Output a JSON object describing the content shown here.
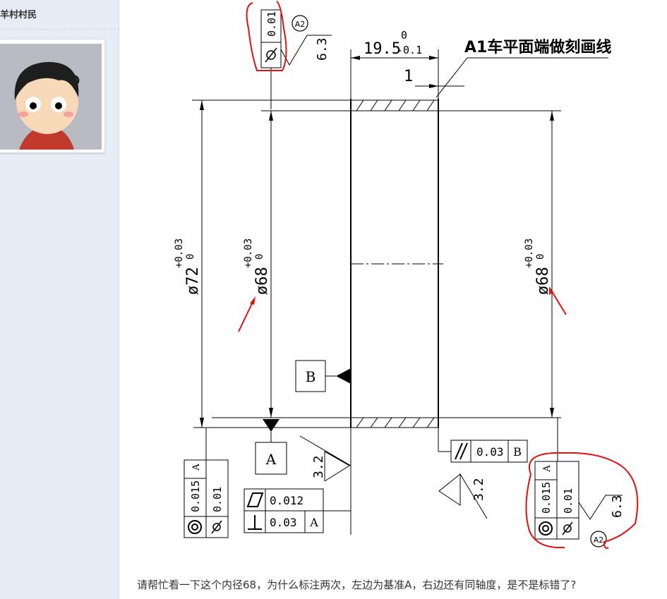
{
  "sidebar": {
    "username": "羊村村民",
    "avatar": "cartoon-avatar"
  },
  "drawing": {
    "top_callout": "A1车平面端做刻画线",
    "width_nominal": "19.5",
    "width_tol_upper": "0",
    "width_tol_lower": "-0.1",
    "offset_dim": "1",
    "dia_outer": "ø72",
    "dia_inner_left": "ø68",
    "dia_inner_right": "ø68",
    "tol_upper": "+0.03",
    "tol_lower": "0",
    "datum_a": "A",
    "datum_b": "B",
    "top_frame_value": "0.01",
    "circle_a2": "A2",
    "roughness_top": "6.3",
    "roughness_left": "3.2",
    "roughness_right": "3.2",
    "roughness_br": "6.3",
    "parallel_value": "0.03",
    "parallel_datum": "B",
    "flatness_value": "0.012",
    "perp_value": "0.03",
    "perp_datum": "A",
    "bl_conc_value": "0.015",
    "bl_conc_datum": "A",
    "bl_cyl_value": "0.01",
    "br_conc_value": "0.015",
    "br_conc_datum": "A",
    "br_cyl_value": "0.01"
  },
  "post": {
    "question": "请帮忙看一下这个内径68，为什么标注两次，左边为基准A，右边还有同轴度，是不是标错了?"
  }
}
